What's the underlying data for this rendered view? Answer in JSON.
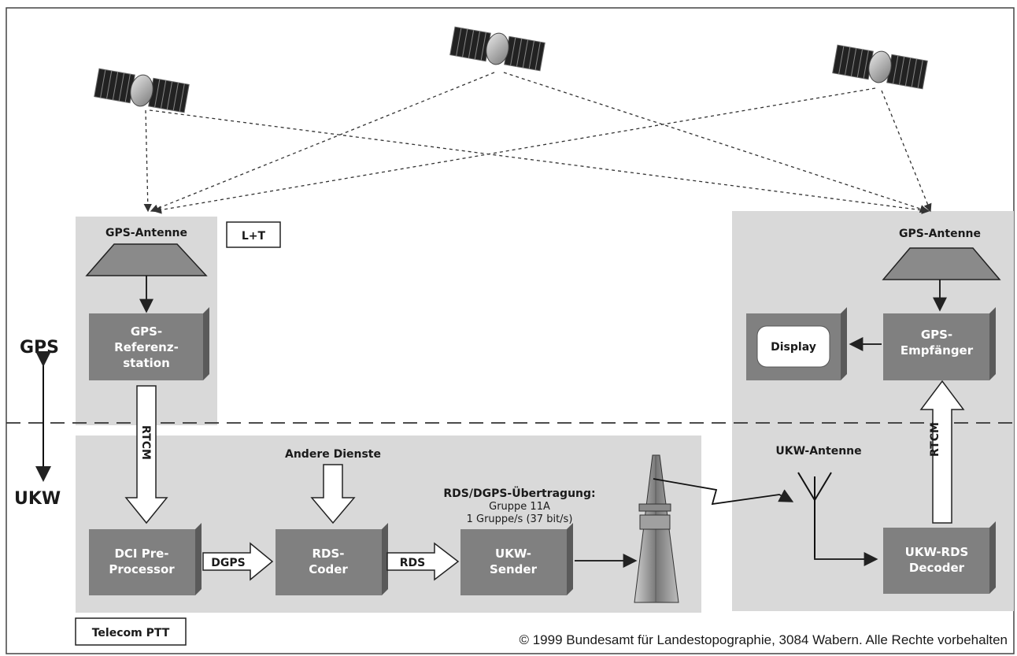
{
  "side_labels": {
    "top": "GPS",
    "bottom": "UKW"
  },
  "tags": {
    "lt": "L+T",
    "telecom": "Telecom PTT"
  },
  "left_station": {
    "antenna_label": "GPS-Antenne",
    "reference_station": [
      "GPS-",
      "Referenz-",
      "station"
    ]
  },
  "right_station": {
    "antenna_label": "GPS-Antenne",
    "receiver": [
      "GPS-",
      "Empfänger"
    ],
    "display": "Display",
    "decoder": [
      "UKW-RDS",
      "Decoder"
    ],
    "ukw_antenna_label": "UKW-Antenne"
  },
  "chain": {
    "preprocessor": [
      "DCI Pre-",
      "Processor"
    ],
    "coder": [
      "RDS-",
      "Coder"
    ],
    "sender": [
      "UKW-",
      "Sender"
    ],
    "other_services": "Andere Dienste",
    "rds_transfer": [
      "RDS/DGPS-Übertragung:",
      "Gruppe 11A",
      "1 Gruppe/s (37 bit/s)"
    ]
  },
  "arrows": {
    "rtcm_left": "RTCM",
    "rtcm_right": "RTCM",
    "dgps": "DGPS",
    "rds": "RDS"
  },
  "copyright": "© 1999 Bundesamt für Landestopographie, 3084 Wabern. Alle Rechte vorbehalten",
  "colors": {
    "panel": "#d9d9d9",
    "box": "#808080",
    "box_dark": "#5a5a5a",
    "line": "#222222"
  }
}
